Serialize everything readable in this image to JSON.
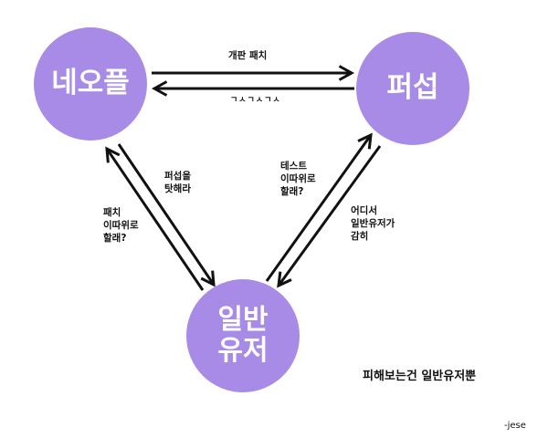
{
  "nodes": {
    "neople": "네오플",
    "pubsub": "퍼섭",
    "user_line1": "일반",
    "user_line2": "유저"
  },
  "labels": {
    "patch_top": "개판 패치",
    "laugh_bottom": "ㄱㅅㄱㅅㄱㅅ",
    "blame_pubsub": "퍼섭을\n탓해라",
    "patch_why": "패치\n이따위로\n할래?",
    "test_why": "테스트\n이따위로\n할래?",
    "dare_user": "어디서\n일반유저가\n감히",
    "victim_only": "피해보는건  일반유저뿐",
    "signature": "-jese"
  },
  "colors": {
    "node_fill": "#a78be6",
    "node_text": "#ffffff",
    "arrow": "#111111"
  }
}
